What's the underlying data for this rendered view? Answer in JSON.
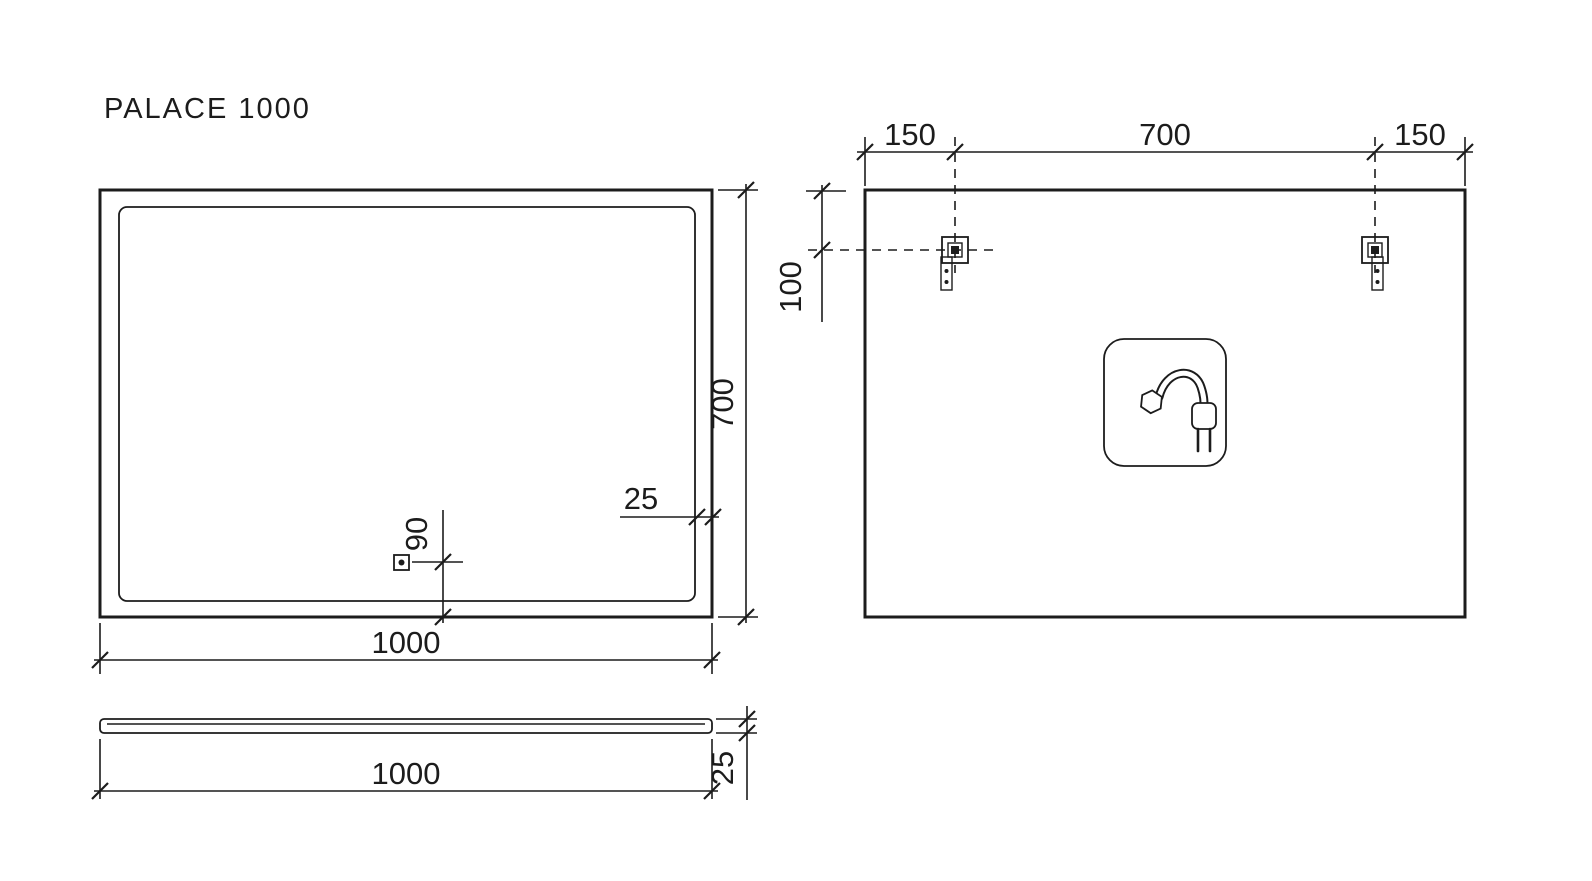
{
  "title": "PALACE 1000",
  "colors": {
    "ink": "#1c1c1c",
    "background": "#ffffff"
  },
  "front_view": {
    "dim_height": "700",
    "dim_width": "1000",
    "dim_frame_inset": "25",
    "dim_sensor_from_bottom": "90"
  },
  "profile_view": {
    "dim_width": "1000",
    "dim_thickness": "25"
  },
  "rear_view": {
    "dim_left_bracket_offset": "150",
    "dim_bracket_spacing": "700",
    "dim_right_bracket_offset": "150",
    "dim_bracket_from_top": "100"
  }
}
